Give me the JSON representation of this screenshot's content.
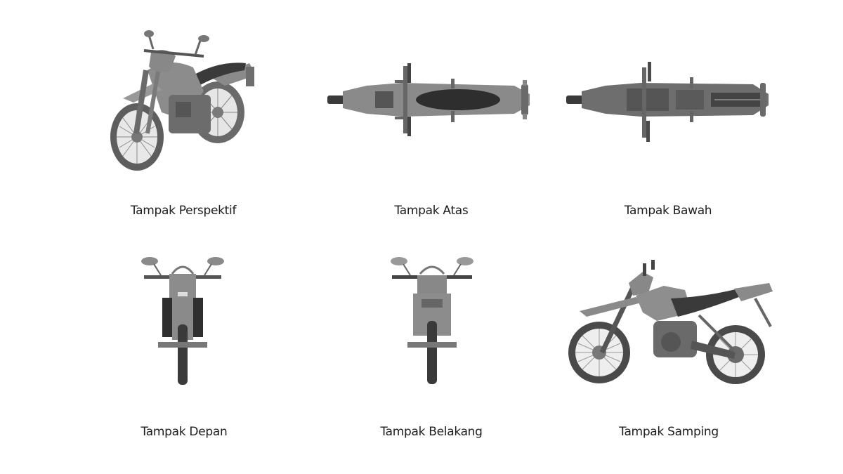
{
  "figure": {
    "views": [
      {
        "id": "perspective",
        "caption": "Tampak Perspektif"
      },
      {
        "id": "top",
        "caption": "Tampak Atas"
      },
      {
        "id": "bottom",
        "caption": "Tampak Bawah"
      },
      {
        "id": "front",
        "caption": "Tampak Depan"
      },
      {
        "id": "rear",
        "caption": "Tampak Belakang"
      },
      {
        "id": "side",
        "caption": "Tampak Samping"
      }
    ],
    "colors": {
      "body": "#8a8a8a",
      "dark": "#3c3c3c",
      "tire": "#4a4a4a",
      "light": "#c4c4c4",
      "text": "#1e1e1e"
    }
  }
}
